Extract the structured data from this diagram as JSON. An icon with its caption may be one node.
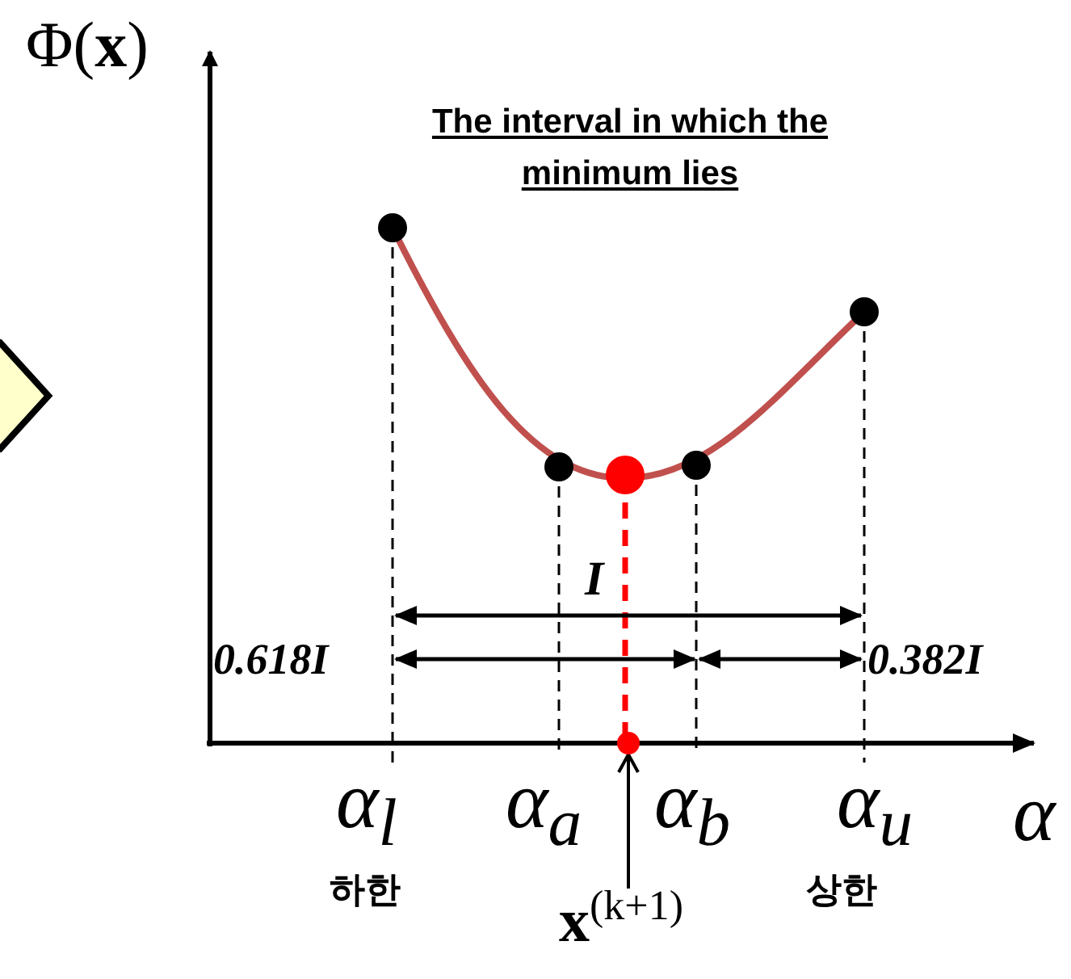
{
  "diagram": {
    "title": "The interval in which the minimum lies",
    "nodes": [
      {
        "text": [
          "**x**$^{(k+1)}$"
        ]
      },
      {
        "text": [],
        "shape": "circle"
      }
    ],
    "edges": [
      {
        "from": 0,
        "to": 1,
        "arrow": "to"
      }
    ],
    "labels": [
      "Φ(**x**)",
      "I",
      "0.618I",
      "0.382I",
      "α$_{l}$",
      "α$_{a}$",
      "α$_{b}$",
      "α$_{u}$",
      "α",
      "하한",
      "상한"
    ]
  }
}
